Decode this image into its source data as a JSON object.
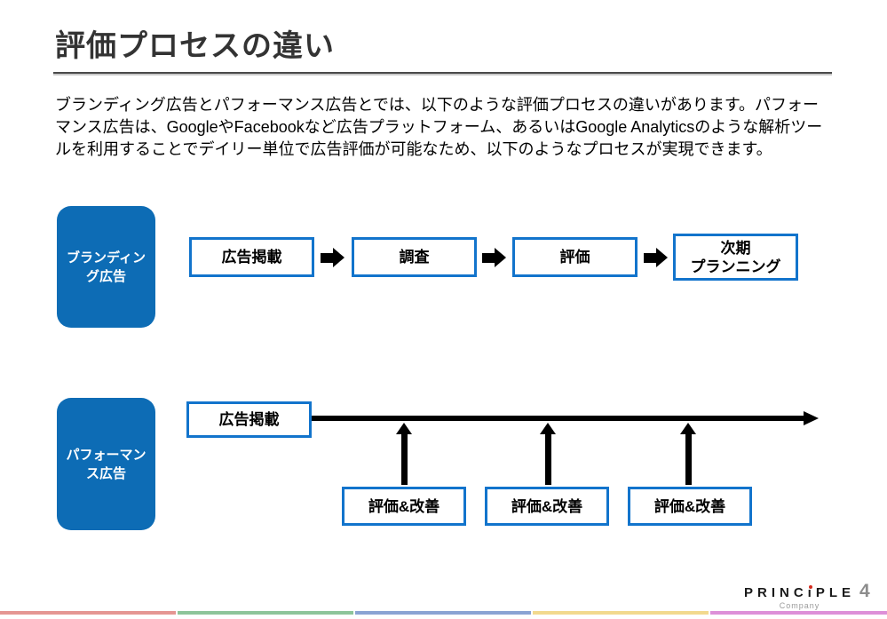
{
  "slide": {
    "title": "評価プロセスの違い",
    "intro_text": "ブランディング広告とパフォーマンス広告とでは、以下のような評価プロセスの違いがあります。パフォーマンス広告は、GoogleやFacebookなど広告プラットフォーム、あるいはGoogle Analyticsのような解析ツールを利用することでデイリー単位で広告評価が可能なため、以下のようなプロセスが実現できます。"
  },
  "colors": {
    "primary_blue": "#0d6cb5",
    "box_border_blue": "#1274cc",
    "arrow_black": "#000000",
    "title_color": "#333333",
    "footer_stripe": [
      "#e59693",
      "#8ec49a",
      "#8ba3d3",
      "#f2d98e",
      "#dd90d8"
    ]
  },
  "branding_flow": {
    "label": "ブランディング広告",
    "steps": [
      {
        "label": "広告掲載"
      },
      {
        "label": "調査"
      },
      {
        "label": "評価"
      },
      {
        "label": "次期\nプランニング"
      }
    ]
  },
  "performance_flow": {
    "label": "パフォーマンス広告",
    "start_step": {
      "label": "広告掲載"
    },
    "cycle_steps": [
      {
        "label": "評価&改善"
      },
      {
        "label": "評価&改善"
      },
      {
        "label": "評価&改善"
      }
    ]
  },
  "footer": {
    "logo_part1": "PRINC",
    "logo_i": "ı",
    "logo_part2": "PLE",
    "logo_sub": "Company",
    "page_number": "4"
  }
}
